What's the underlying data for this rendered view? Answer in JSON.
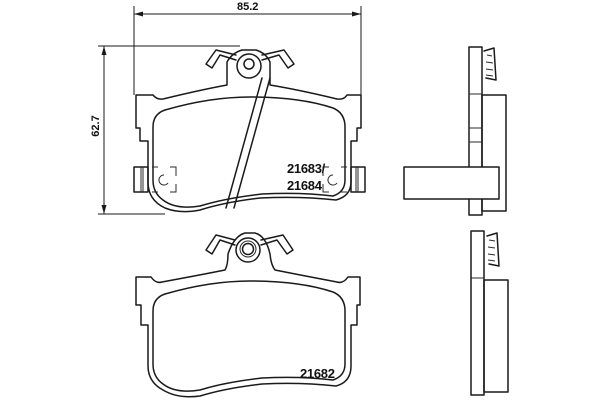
{
  "drawing": {
    "type": "technical-drawing",
    "subject": "brake pad set",
    "dimensions": {
      "width_label": "85.2",
      "height_label": "62.7"
    },
    "parts": [
      {
        "id": "upper-pad",
        "label_line1": "21683/",
        "label_line2": "21684"
      },
      {
        "id": "lower-pad",
        "label": "21682"
      }
    ],
    "colors": {
      "line": "#1a1a1a",
      "background": "#ffffff"
    }
  }
}
